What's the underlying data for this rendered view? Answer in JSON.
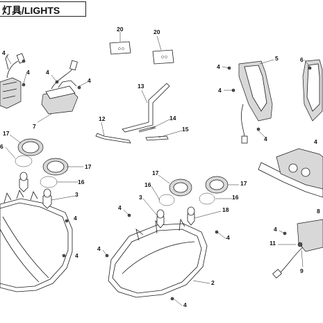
{
  "page": {
    "title": "灯具/LIGHTS",
    "title_visible": "灯具/LIGHTS"
  },
  "callouts": [
    {
      "id": "c4a",
      "text": "4"
    },
    {
      "id": "c4b",
      "text": "4"
    },
    {
      "id": "c4c",
      "text": "4"
    },
    {
      "id": "c4d",
      "text": "4"
    },
    {
      "id": "c7",
      "text": "7"
    },
    {
      "id": "c20a",
      "text": "20"
    },
    {
      "id": "c20b",
      "text": "20"
    },
    {
      "id": "c13",
      "text": "13"
    },
    {
      "id": "c12",
      "text": "12"
    },
    {
      "id": "c14",
      "text": "14"
    },
    {
      "id": "c15",
      "text": "15"
    },
    {
      "id": "c4e",
      "text": "4"
    },
    {
      "id": "c5",
      "text": "5"
    },
    {
      "id": "c4f",
      "text": "4"
    },
    {
      "id": "c4g",
      "text": "4"
    },
    {
      "id": "c6",
      "text": "6"
    },
    {
      "id": "c4h",
      "text": "4"
    },
    {
      "id": "c17a",
      "text": "17"
    },
    {
      "id": "c6b",
      "text": "6"
    },
    {
      "id": "c17b",
      "text": "17"
    },
    {
      "id": "c16a",
      "text": "16"
    },
    {
      "id": "c3a",
      "text": "3"
    },
    {
      "id": "c4i",
      "text": "4"
    },
    {
      "id": "c4j",
      "text": "4"
    },
    {
      "id": "c17c",
      "text": "17"
    },
    {
      "id": "c16b",
      "text": "16"
    },
    {
      "id": "c17d",
      "text": "17"
    },
    {
      "id": "c3b",
      "text": "3"
    },
    {
      "id": "c16c",
      "text": "16"
    },
    {
      "id": "c18",
      "text": "18"
    },
    {
      "id": "c4k",
      "text": "4"
    },
    {
      "id": "c4l",
      "text": "4"
    },
    {
      "id": "c2",
      "text": "2"
    },
    {
      "id": "c4m",
      "text": "4"
    },
    {
      "id": "c4n",
      "text": "4"
    },
    {
      "id": "c11",
      "text": "11"
    },
    {
      "id": "c9",
      "text": "9"
    },
    {
      "id": "c4o",
      "text": "4"
    },
    {
      "id": "c8",
      "text": "8"
    }
  ]
}
